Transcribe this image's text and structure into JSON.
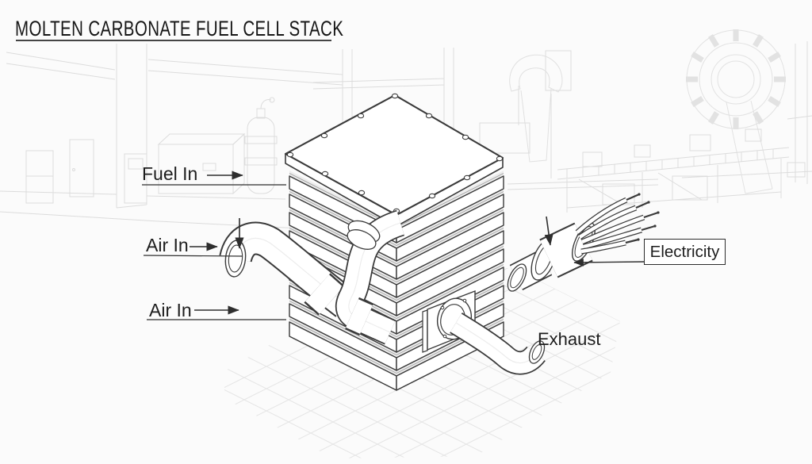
{
  "title": "MOLTEN CARBONATE FUEL CELL STACK",
  "labels": {
    "fuel_in": "Fuel In",
    "air_in_top": "Air In",
    "air_in_bottom": "Air In",
    "electricity": "Electricity",
    "exhaust": "Exhaust"
  },
  "colors": {
    "ink": "#333333",
    "leader": "#2e2e2e",
    "sketch_faint": "#dcdcdc",
    "floor_grid": "#e4e4e4",
    "background": "#fbfbfb",
    "fill_white": "#ffffff",
    "layer_gap_shade": "#ededed"
  },
  "background_icons": [
    "wrench-icon",
    "gear-icon",
    "workbench-sketch",
    "gas-cylinder-sketch"
  ]
}
